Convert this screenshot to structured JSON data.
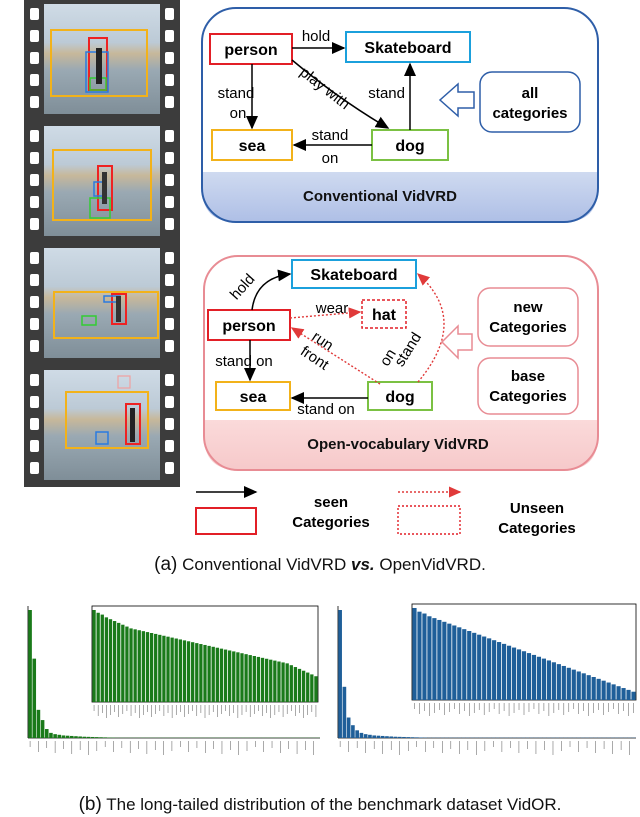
{
  "top": {
    "conventional": {
      "nodes": {
        "person": "person",
        "skateboard": "Skateboard",
        "sea": "sea",
        "dog": "dog"
      },
      "edges": {
        "hold": "hold",
        "stand_on_1": "stand",
        "stand_on_2": "on",
        "play_with": "play with",
        "dog_skate": "stand",
        "dog_sea_1": "stand",
        "dog_sea_2": "on"
      },
      "side_box": [
        "all",
        "categories"
      ],
      "footer": "Conventional VidVRD"
    },
    "open_vocab": {
      "nodes": {
        "person": "person",
        "skateboard": "Skateboard",
        "hat": "hat",
        "sea": "sea",
        "dog": "dog"
      },
      "edges": {
        "hold": "hold",
        "wear": "wear",
        "run_front_1": "run",
        "run_front_2": "front",
        "stand_on_dog_1": "stand",
        "stand_on_dog_2": "on",
        "person_sea": "stand on",
        "dog_sea": "stand on"
      },
      "new_box": [
        "new",
        "Categories"
      ],
      "base_box": [
        "base",
        "Categories"
      ],
      "footer": "Open-vocabulary VidVRD"
    },
    "legend": {
      "seen": [
        "seen",
        "Categories"
      ],
      "unseen": [
        "Unseen",
        "Categories"
      ]
    },
    "caption_prefix": "(a)",
    "caption_a": "Conventional VidVRD",
    "caption_vs": "vs.",
    "caption_b": "OpenVidVRD."
  },
  "bottom": {
    "caption_prefix": "(b)",
    "caption": "The long-tailed distribution of the benchmark dataset VidOR."
  },
  "chart_data": [
    {
      "type": "bar",
      "name": "left-green",
      "color": "#1a7a1a",
      "values": [
        100,
        62,
        22,
        14,
        7,
        4,
        3,
        2.5,
        2,
        1.8,
        1.6,
        1.4,
        1.2,
        1.0,
        0.9,
        0.8,
        0.7,
        0.6,
        0.5,
        0.4,
        0.3
      ],
      "inset_values": [
        100,
        97,
        95,
        92,
        90,
        88,
        86,
        84,
        82,
        80,
        79,
        78,
        77,
        76,
        75,
        74,
        73,
        72,
        71,
        70,
        69,
        68,
        67,
        66,
        65,
        64,
        63,
        62,
        61,
        60,
        59,
        58,
        57,
        56,
        55,
        54,
        53,
        52,
        51,
        50,
        49,
        48,
        47,
        46,
        45,
        44,
        43,
        42,
        40,
        38,
        36,
        34,
        32,
        30,
        28
      ]
    },
    {
      "type": "bar",
      "name": "right-blue",
      "color": "#1f5f99",
      "values": [
        100,
        40,
        16,
        10,
        6,
        4,
        3,
        2.5,
        2,
        1.8,
        1.6,
        1.4,
        1.2,
        1.0,
        0.9,
        0.8,
        0.7,
        0.6,
        0.5,
        0.4,
        0.3
      ],
      "inset_values": [
        100,
        96,
        94,
        91,
        89,
        87,
        85,
        83,
        81,
        79,
        77,
        75,
        73,
        71,
        69,
        67,
        65,
        63,
        61,
        59,
        57,
        55,
        53,
        51,
        49,
        47,
        45,
        43,
        41,
        39,
        37,
        35,
        33,
        31,
        29,
        27,
        25,
        23,
        21,
        19,
        17,
        15,
        13,
        11,
        9
      ]
    }
  ]
}
